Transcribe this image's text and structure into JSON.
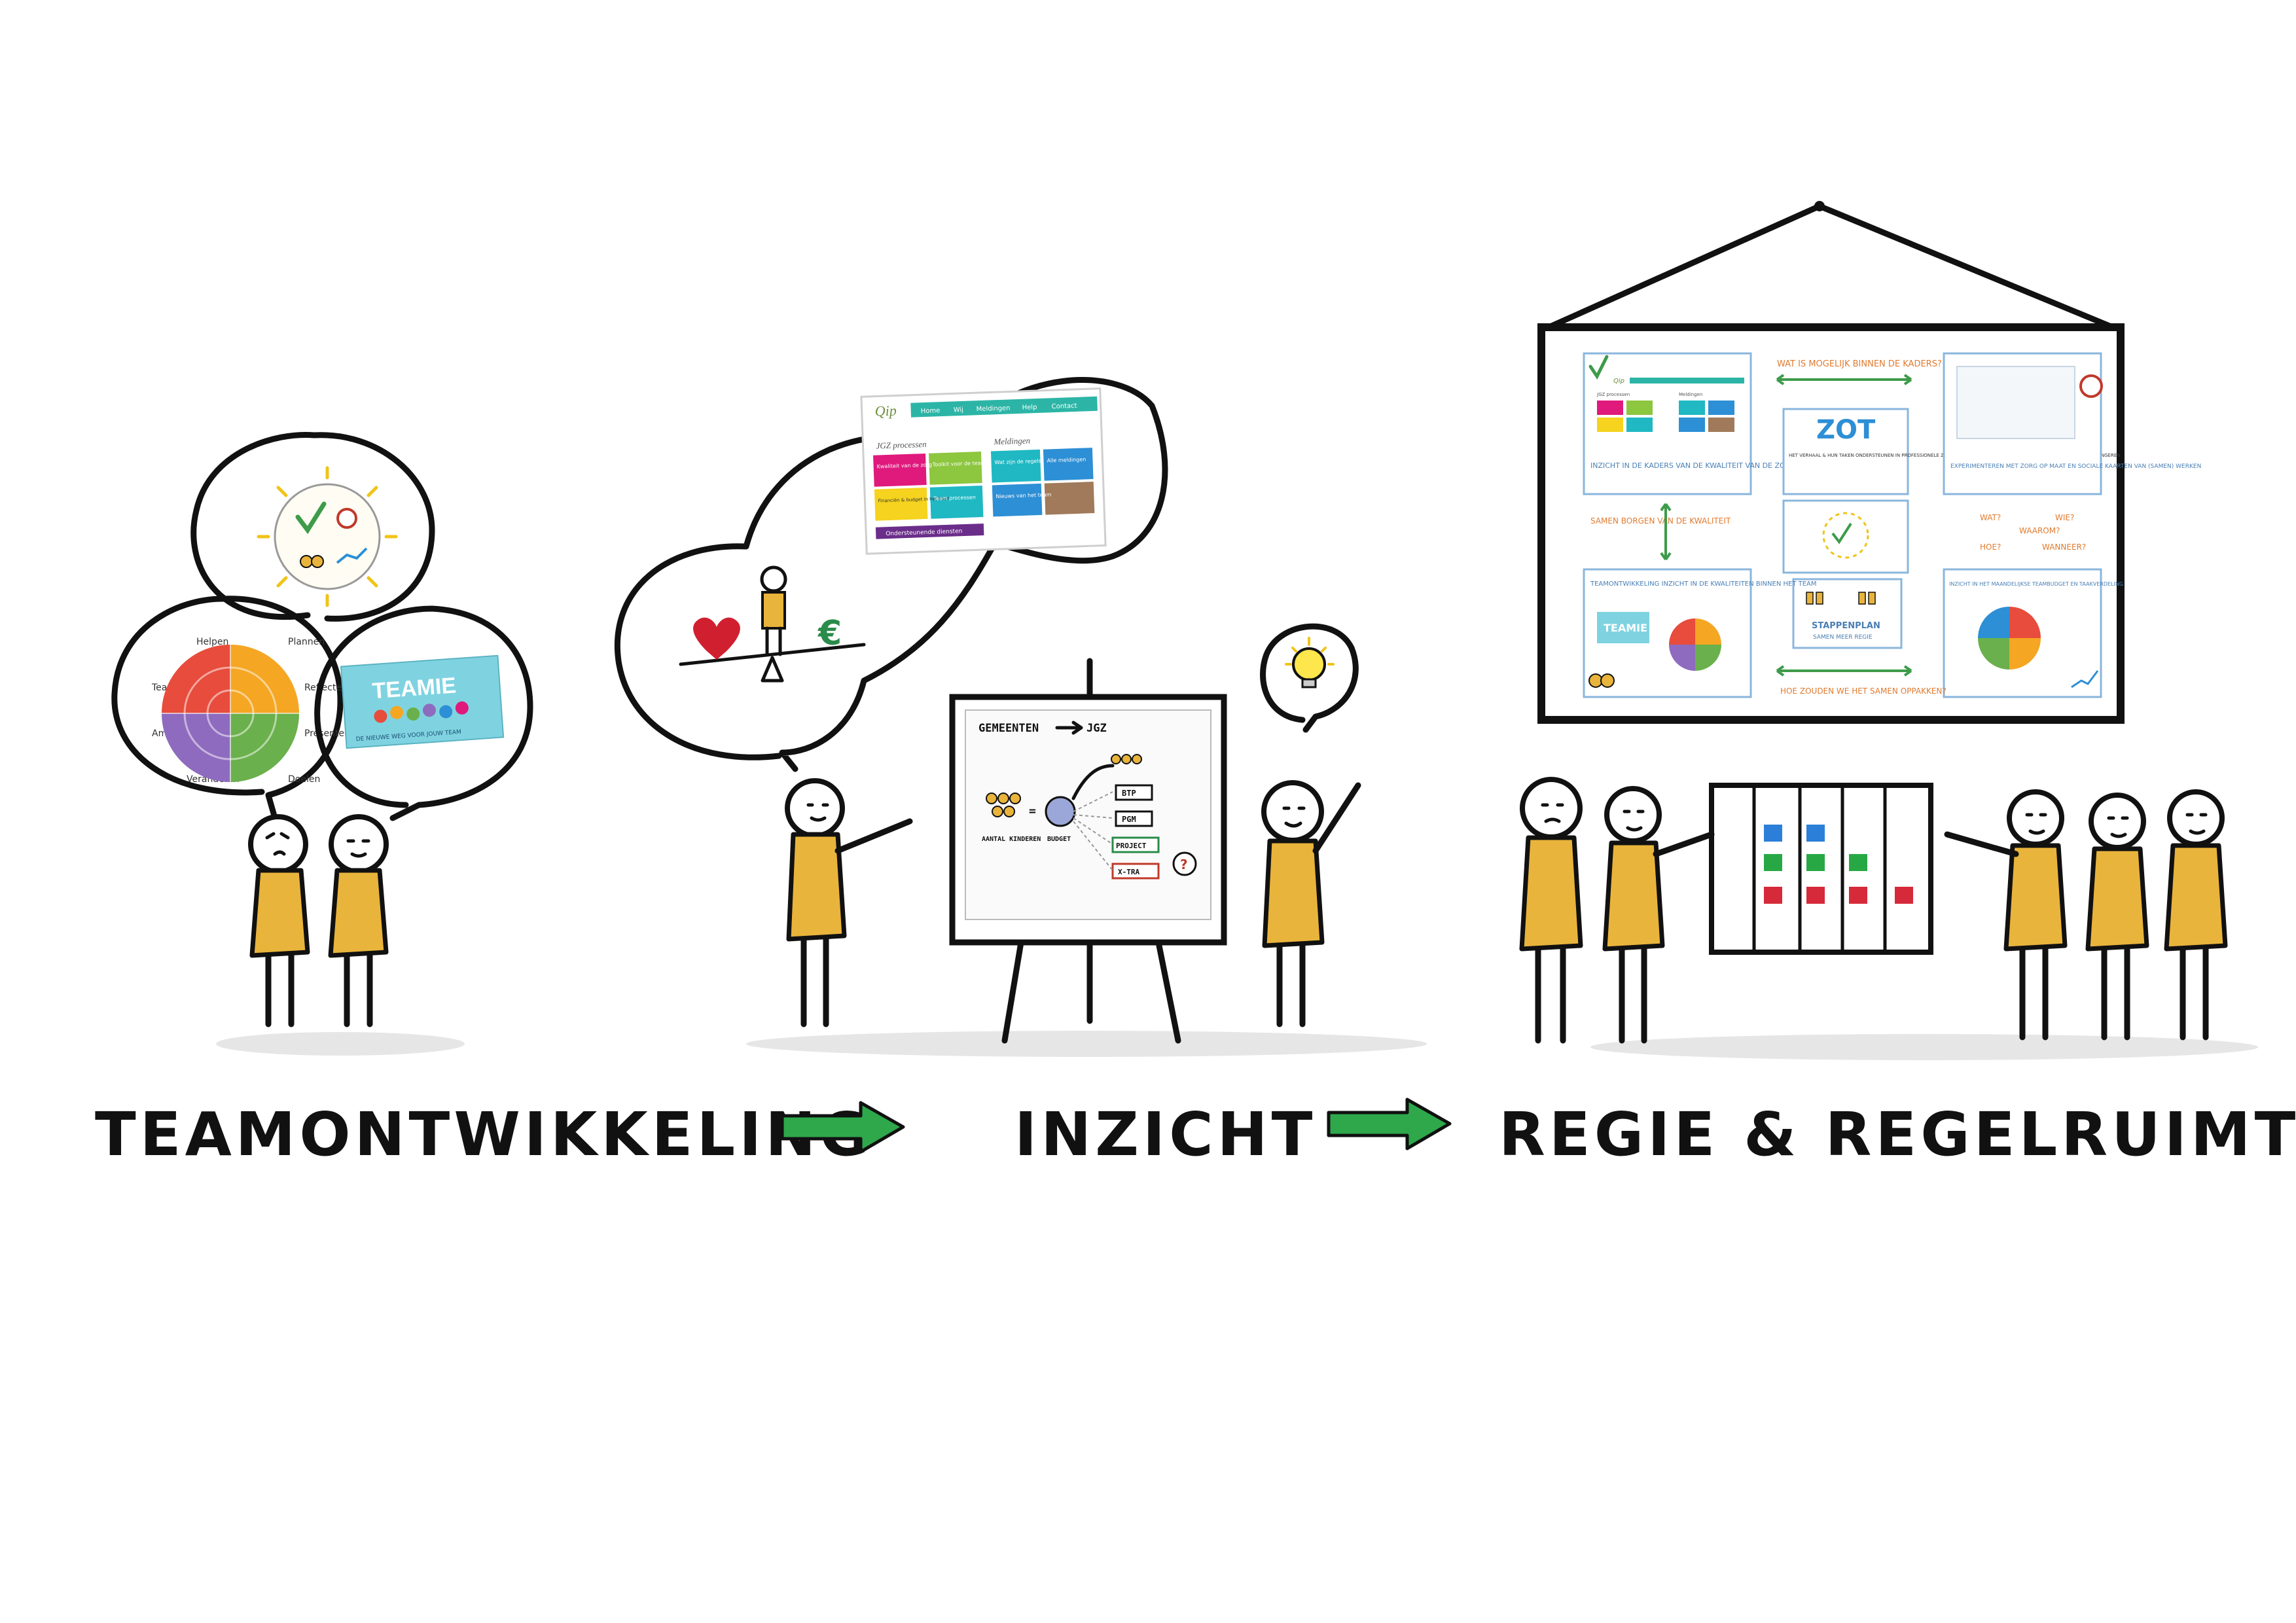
{
  "stages": [
    {
      "label": "TEAMONTWIKKELING"
    },
    {
      "label": "INZICHT"
    },
    {
      "label": "REGIE & REGELRUIMTE"
    }
  ],
  "teamie_card": {
    "title": "TEAMIE",
    "subtitle": "DE NIEUWE WEG VOOR JOUW TEAM"
  },
  "wheel": {
    "labels": [
      "Helpen",
      "Plannen",
      "Reflecteren",
      "Presenteren",
      "Doelen",
      "Veranderen",
      "Ambitieus",
      "Teamspeler"
    ]
  },
  "qip_screen": {
    "logo": "Qip",
    "nav": [
      "Home",
      "Wij",
      "Meldingen",
      "Help",
      "Contact"
    ],
    "left_title": "JGZ processen",
    "right_title": "Meldingen",
    "tiles_left": [
      "Kwaliteit van de zorg",
      "Toolkit voor de teams",
      "Financiën & budget in het team",
      "Team processen"
    ],
    "tiles_right": [
      "Wat zijn de regels",
      "Alle meldingen",
      "Nieuws van het team",
      ""
    ],
    "footer": "Ondersteunende diensten"
  },
  "flipchart": {
    "title_left": "GEMEENTEN",
    "title_right": "JGZ",
    "children_label": "AANTAL KINDEREN",
    "budget_label": "BUDGET",
    "boxes": [
      "BTP",
      "PGM",
      "PROJECT",
      "X-TRA"
    ],
    "question": "?"
  },
  "poster": {
    "top_question": "WAT IS MOGELIJK BINNEN DE KADERS?",
    "zot": "ZOT",
    "zot_text": "HET VERHAAL & HUN TAKEN ONDERSTEUNEN IN PROFESSIONELE ZORG OP MAAT RICHTEN VOOR GEZONDE & VEILIGE KINDEREN EN JONGEREN",
    "card_tl_text": "INZICHT IN DE KADERS VAN DE KWALITEIT VAN DE ZORG",
    "card_tr_text": "EXPERIMENTEREN MET ZORG OP MAAT EN SOCIALE KAARTEN VAN (SAMEN) WERKEN",
    "left_mid": "SAMEN BORGEN VAN DE KWALITEIT",
    "right_mid": [
      "WAT?",
      "WIE?",
      "WAAROM?",
      "HOE?",
      "WANNEER?"
    ],
    "card_bl_text": "TEAMONTWIKKELING INZICHT IN DE KWALITEITEN BINNEN HET TEAM",
    "card_br_text": "INZICHT IN HET MAANDELIJKSE TEAMBUDGET EN TAAKVERDELING",
    "step_title": "STAPPENPLAN",
    "step_sub": "SAMEN MEER REGIE",
    "bottom_question": "HOE ZOUDEN WE HET SAMEN OPPAKKEN?",
    "qip_logo": "Qip",
    "qip_left_title": "JGZ processen",
    "qip_right_title": "Meldingen",
    "teamie": "TEAMIE"
  },
  "colors": {
    "figure_body": "#E9B43B",
    "arrow": "#2ea84a",
    "tile_magenta": "#e0197d",
    "tile_green": "#8dc63f",
    "tile_yellow": "#f5d31e",
    "tile_teal": "#1fb8c3",
    "tile_blue": "#2d8fd5",
    "tile_purple": "#6b2d8a",
    "heart": "#d0202f",
    "euro": "#2a8b4a",
    "kanban_blue": "#2b7fd9",
    "kanban_green": "#27a845",
    "kanban_red": "#d62a3a"
  },
  "icons": [
    "speech-bubble-icon",
    "checkmark-icon",
    "lightbulb-icon",
    "heart-icon",
    "euro-icon",
    "piggybank-icon",
    "chart-icon"
  ]
}
